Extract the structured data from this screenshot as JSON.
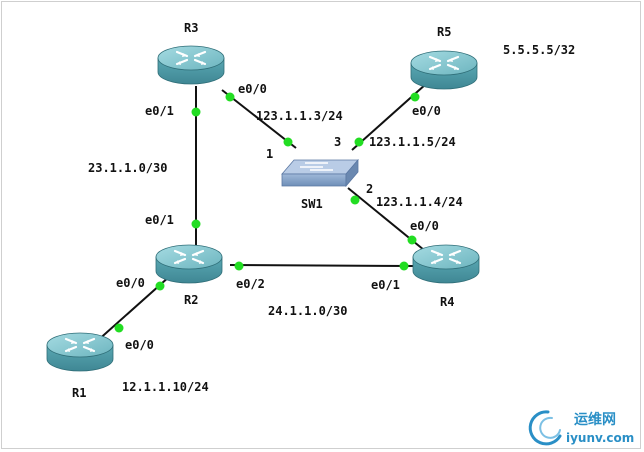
{
  "diagram": {
    "routers": [
      {
        "id": "r3",
        "name": "R3"
      },
      {
        "id": "r5",
        "name": "R5"
      },
      {
        "id": "r2",
        "name": "R2"
      },
      {
        "id": "r4",
        "name": "R4"
      },
      {
        "id": "r1",
        "name": "R1"
      }
    ],
    "switch": {
      "id": "sw1",
      "name": "SW1"
    },
    "interfaces": {
      "r3_e00": "e0/0",
      "r3_e01": "e0/1",
      "r5_e00": "e0/0",
      "r2_e01": "e0/1",
      "r2_e00": "e0/0",
      "r2_e02": "e0/2",
      "r4_e00": "e0/0",
      "r4_e01": "e0/1",
      "r1_e00": "e0/0"
    },
    "switch_ports": {
      "p1": "1",
      "p2": "2",
      "p3": "3"
    },
    "addresses": {
      "r3": "123.1.1.3/24",
      "r5": "123.1.1.5/24",
      "r4": "123.1.1.4/24",
      "r5_loopback": "5.5.5.5/32",
      "net_r2_r3": "23.1.1.0/30",
      "net_r2_r4": "24.1.1.0/30",
      "r1": "12.1.1.10/24"
    },
    "colors": {
      "link": "#111111",
      "port_dot": "#22dd22",
      "router_body": "#4e9aa6",
      "router_top": "#8ccbd3",
      "switch_body": "#8fa9cc",
      "watermark": "#2a8fc6"
    }
  },
  "watermark": {
    "cn": "运维网",
    "en": "iyunv.com"
  }
}
